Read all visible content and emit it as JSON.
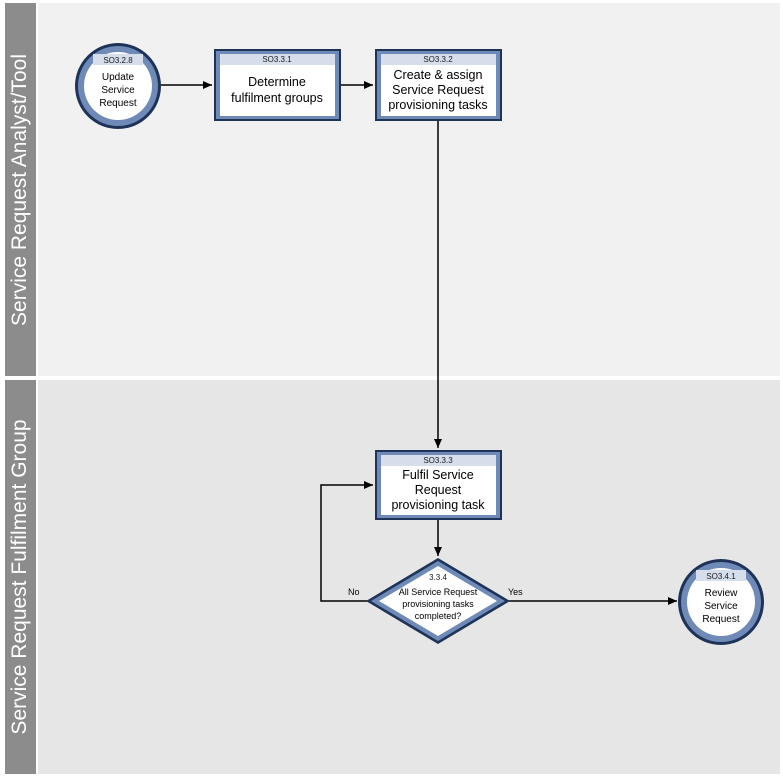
{
  "lanes": [
    {
      "label": "Service Request Analyst/Tool"
    },
    {
      "label": "Service Request Fulfilment Group"
    }
  ],
  "nodes": {
    "update": {
      "code": "SO3.2.8",
      "lines": [
        "Update",
        "Service",
        "Request"
      ]
    },
    "determine": {
      "code": "SO3.3.1",
      "lines": [
        "Determine",
        "fulfilment groups"
      ]
    },
    "create": {
      "code": "SO3.3.2",
      "lines": [
        "Create & assign",
        "Service Request",
        "provisioning tasks"
      ]
    },
    "fulfil": {
      "code": "SO3.3.3",
      "lines": [
        "Fulfil Service",
        "Request",
        "provisioning task"
      ]
    },
    "decision": {
      "code": "3.3.4",
      "lines": [
        "All Service Request",
        "provisioning tasks",
        "completed?"
      ]
    },
    "review": {
      "code": "SO3.4.1",
      "lines": [
        "Review",
        "Service",
        "Request"
      ]
    }
  },
  "branches": {
    "no": "No",
    "yes": "Yes"
  },
  "colors": {
    "lane_header": "#8c8c8c",
    "lane1_bg": "#f1f1f1",
    "lane2_bg": "#e6e6e6",
    "node_border": "#1f3358",
    "node_fill": "#6f8ab7",
    "code_band": "#d6deec"
  }
}
